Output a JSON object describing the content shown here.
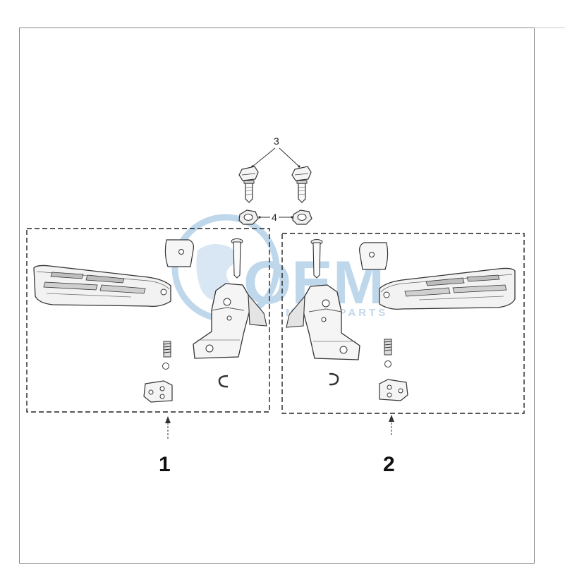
{
  "diagram": {
    "callouts": {
      "part_3": "3",
      "part_4": "4",
      "assembly_1": "1",
      "assembly_2": "2"
    },
    "watermark": {
      "logo_text": "OEM",
      "sub_text": "MOTORPARTS",
      "color": "#4a90c8"
    },
    "colors": {
      "line": "#333333",
      "part_fill": "#f2f2f2",
      "part_shade": "#c8c8c8",
      "frame": "#888888"
    }
  }
}
